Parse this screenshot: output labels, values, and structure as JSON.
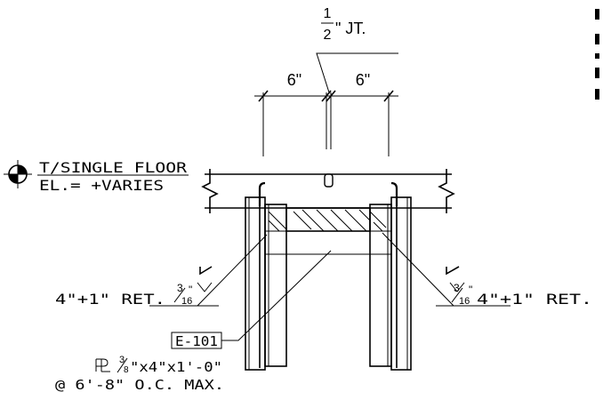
{
  "joint": {
    "numerator": "1",
    "denominator": "2",
    "suffix": "\" JT."
  },
  "dims": {
    "left": "6\"",
    "right": "6\""
  },
  "floor": {
    "line1": "T/SINGLE FLOOR",
    "line2": "EL.= +VARIES"
  },
  "weld_left": {
    "text": "4\"+1\" RET.",
    "frac_num": "3",
    "frac_den": "16",
    "frac_suffix": "\""
  },
  "weld_right": {
    "text": "4\"+1\" RET.",
    "frac_num": "3",
    "frac_den": "16",
    "frac_suffix": "\""
  },
  "detail_tag": "E-101",
  "plate": {
    "symbol": "PL",
    "frac_num": "3",
    "frac_den": "8",
    "rest": "\"x4\"x1'-0\"",
    "spacing": "@ 6'-8\" O.C. MAX."
  }
}
